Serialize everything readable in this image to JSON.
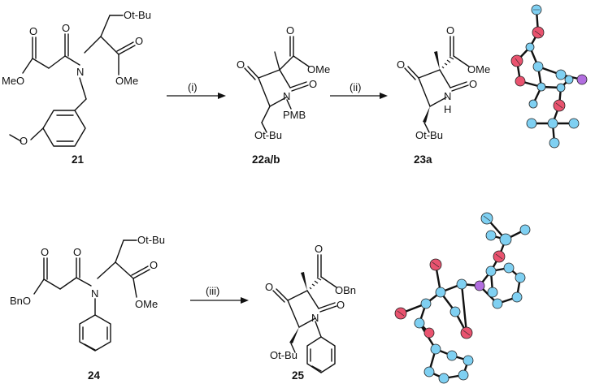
{
  "scheme": {
    "compounds": [
      {
        "id": "21",
        "labels": {
          "ot_bu": "Ot-Bu",
          "meo": "MeO",
          "n": "N",
          "ome": "OMe"
        }
      },
      {
        "id": "22a/b",
        "labels": {
          "ome": "OMe",
          "n": "N",
          "pmb": "PMB",
          "ot_bu": "Ot-Bu"
        }
      },
      {
        "id": "23a",
        "labels": {
          "ome": "OMe",
          "n": "N",
          "h": "H",
          "ot_bu": "Ot-Bu"
        }
      },
      {
        "id": "24",
        "labels": {
          "ot_bu": "Ot-Bu",
          "bno": "BnO",
          "n": "N",
          "ome": "OMe"
        }
      },
      {
        "id": "25",
        "labels": {
          "obn": "OBn",
          "n": "N",
          "ot_bu": "Ot-Bu"
        }
      }
    ],
    "steps": [
      {
        "label": "(i)"
      },
      {
        "label": "(ii)"
      },
      {
        "label": "(iii)"
      }
    ],
    "atom_symbols": {
      "oxygen": "O"
    },
    "colors": {
      "oxygen": "#e9536f",
      "carbon": "#7fd0f2",
      "nitrogen": "#b26ee0",
      "bond": "#111111"
    }
  }
}
